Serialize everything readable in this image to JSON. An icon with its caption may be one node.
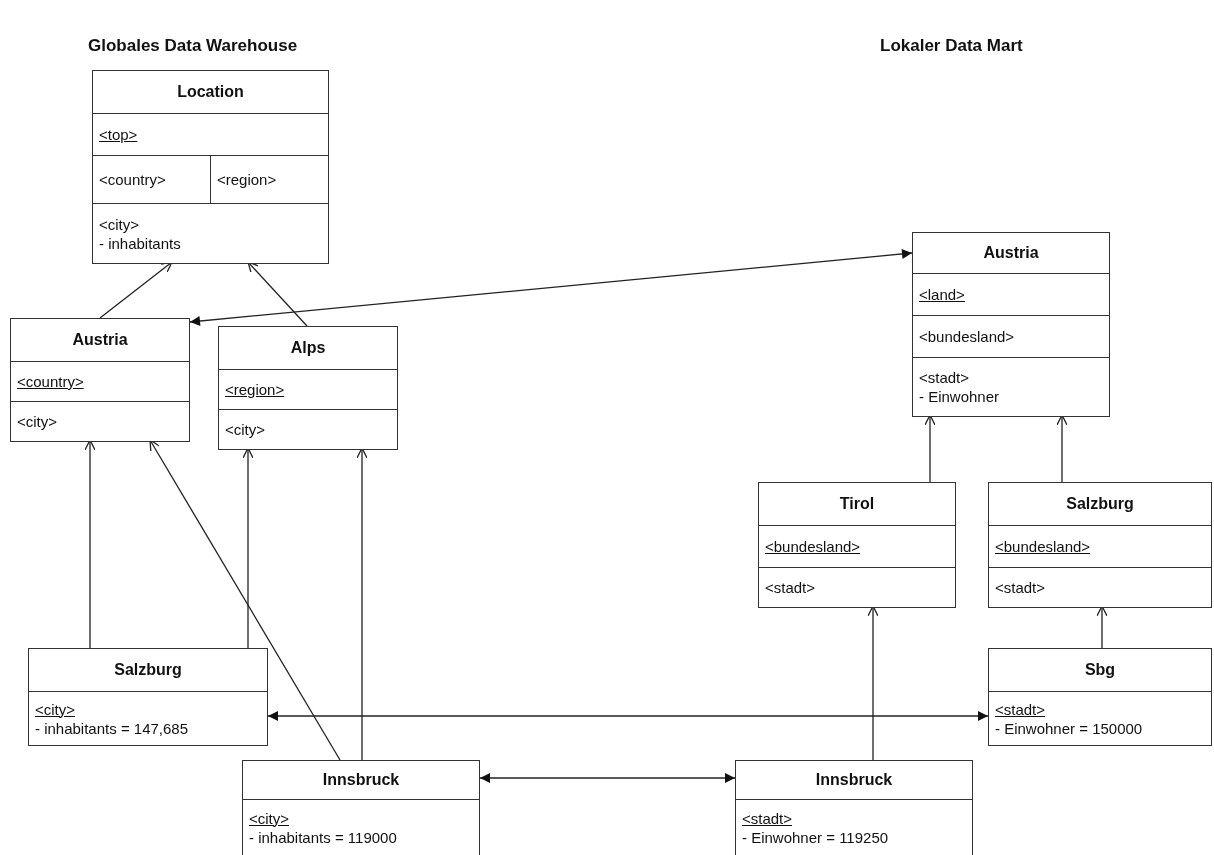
{
  "diagram": {
    "nodes": [
      {
        "text": [
          "Location",
          "<top>",
          "<country>",
          "<region>",
          "<city> - inhabitants"
        ]
      },
      {
        "text": [
          "Austria",
          "<country>",
          "<city>"
        ]
      },
      {
        "text": [
          "Alps",
          "<region>",
          "<city>"
        ]
      },
      {
        "text": [
          "Austria",
          "<land>",
          "<bundesland>",
          "<stadt> - Einwohner"
        ]
      },
      {
        "text": [
          "Tirol",
          "<bundesland>",
          "<stadt>"
        ]
      },
      {
        "text": [
          "Salzburg",
          "<bundesland>",
          "<stadt>"
        ]
      },
      {
        "text": [
          "Salzburg",
          "<city> - inhabitants = 147,685"
        ]
      },
      {
        "text": [
          "Sbg",
          "<stadt> - Einwohner = 150000"
        ]
      },
      {
        "text": [
          "Innsbruck",
          "<city> - inhabitants = 119000"
        ]
      },
      {
        "text": [
          "Innsbruck",
          "<stadt> - Einwohner = 119250"
        ]
      }
    ],
    "edges": [
      {
        "from": 1,
        "to": 0,
        "arrow": "to"
      },
      {
        "from": 2,
        "to": 0,
        "arrow": "to"
      },
      {
        "from": 1,
        "to": 3,
        "arrow": "both"
      },
      {
        "from": 6,
        "to": 1,
        "arrow": "to"
      },
      {
        "from": 6,
        "to": 2,
        "arrow": "to"
      },
      {
        "from": 8,
        "to": 1,
        "arrow": "to"
      },
      {
        "from": 8,
        "to": 2,
        "arrow": "to"
      },
      {
        "from": 4,
        "to": 3,
        "arrow": "to"
      },
      {
        "from": 5,
        "to": 3,
        "arrow": "to"
      },
      {
        "from": 7,
        "to": 5,
        "arrow": "to"
      },
      {
        "from": 9,
        "to": 4,
        "arrow": "to"
      },
      {
        "from": 6,
        "to": 7,
        "arrow": "both"
      },
      {
        "from": 8,
        "to": 9,
        "arrow": "both"
      }
    ],
    "labels": [
      "Globales Data Warehouse",
      "Lokaler Data Mart"
    ]
  }
}
